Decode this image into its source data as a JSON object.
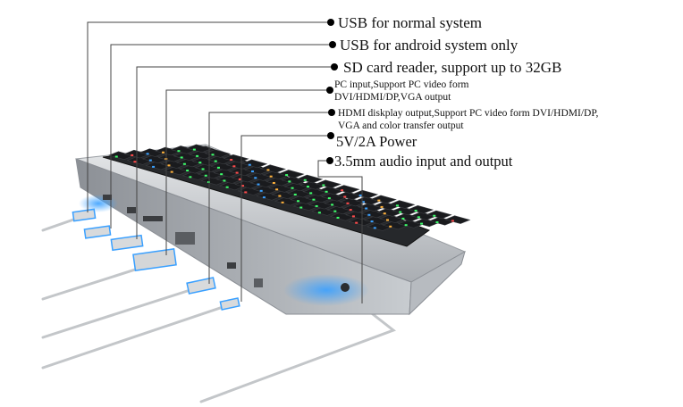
{
  "callouts": [
    {
      "id": "usb-normal",
      "text": "USB  for normal system"
    },
    {
      "id": "usb-android",
      "text": "USB for android system only"
    },
    {
      "id": "sd-card",
      "text": "SD card reader, support up to 32GB"
    },
    {
      "id": "pc-input",
      "lines": [
        "PC input,Support PC video form",
        "DVI/HDMI/DP,VGA output"
      ]
    },
    {
      "id": "hdmi-output",
      "lines": [
        "HDMI diskplay output,Support PC video form DVI/HDMI/DP,",
        "VGA and color transfer output"
      ]
    },
    {
      "id": "power",
      "text": "5V/2A Power"
    },
    {
      "id": "audio",
      "text": "3.5mm audio input and output"
    }
  ],
  "colors": {
    "accent_blue": "#3aa0ff",
    "dot": "#000000",
    "leader_line": "#444444",
    "cable": "#bfc2c4",
    "device_body": "#c9ccd0",
    "key": "#1e1f22"
  }
}
